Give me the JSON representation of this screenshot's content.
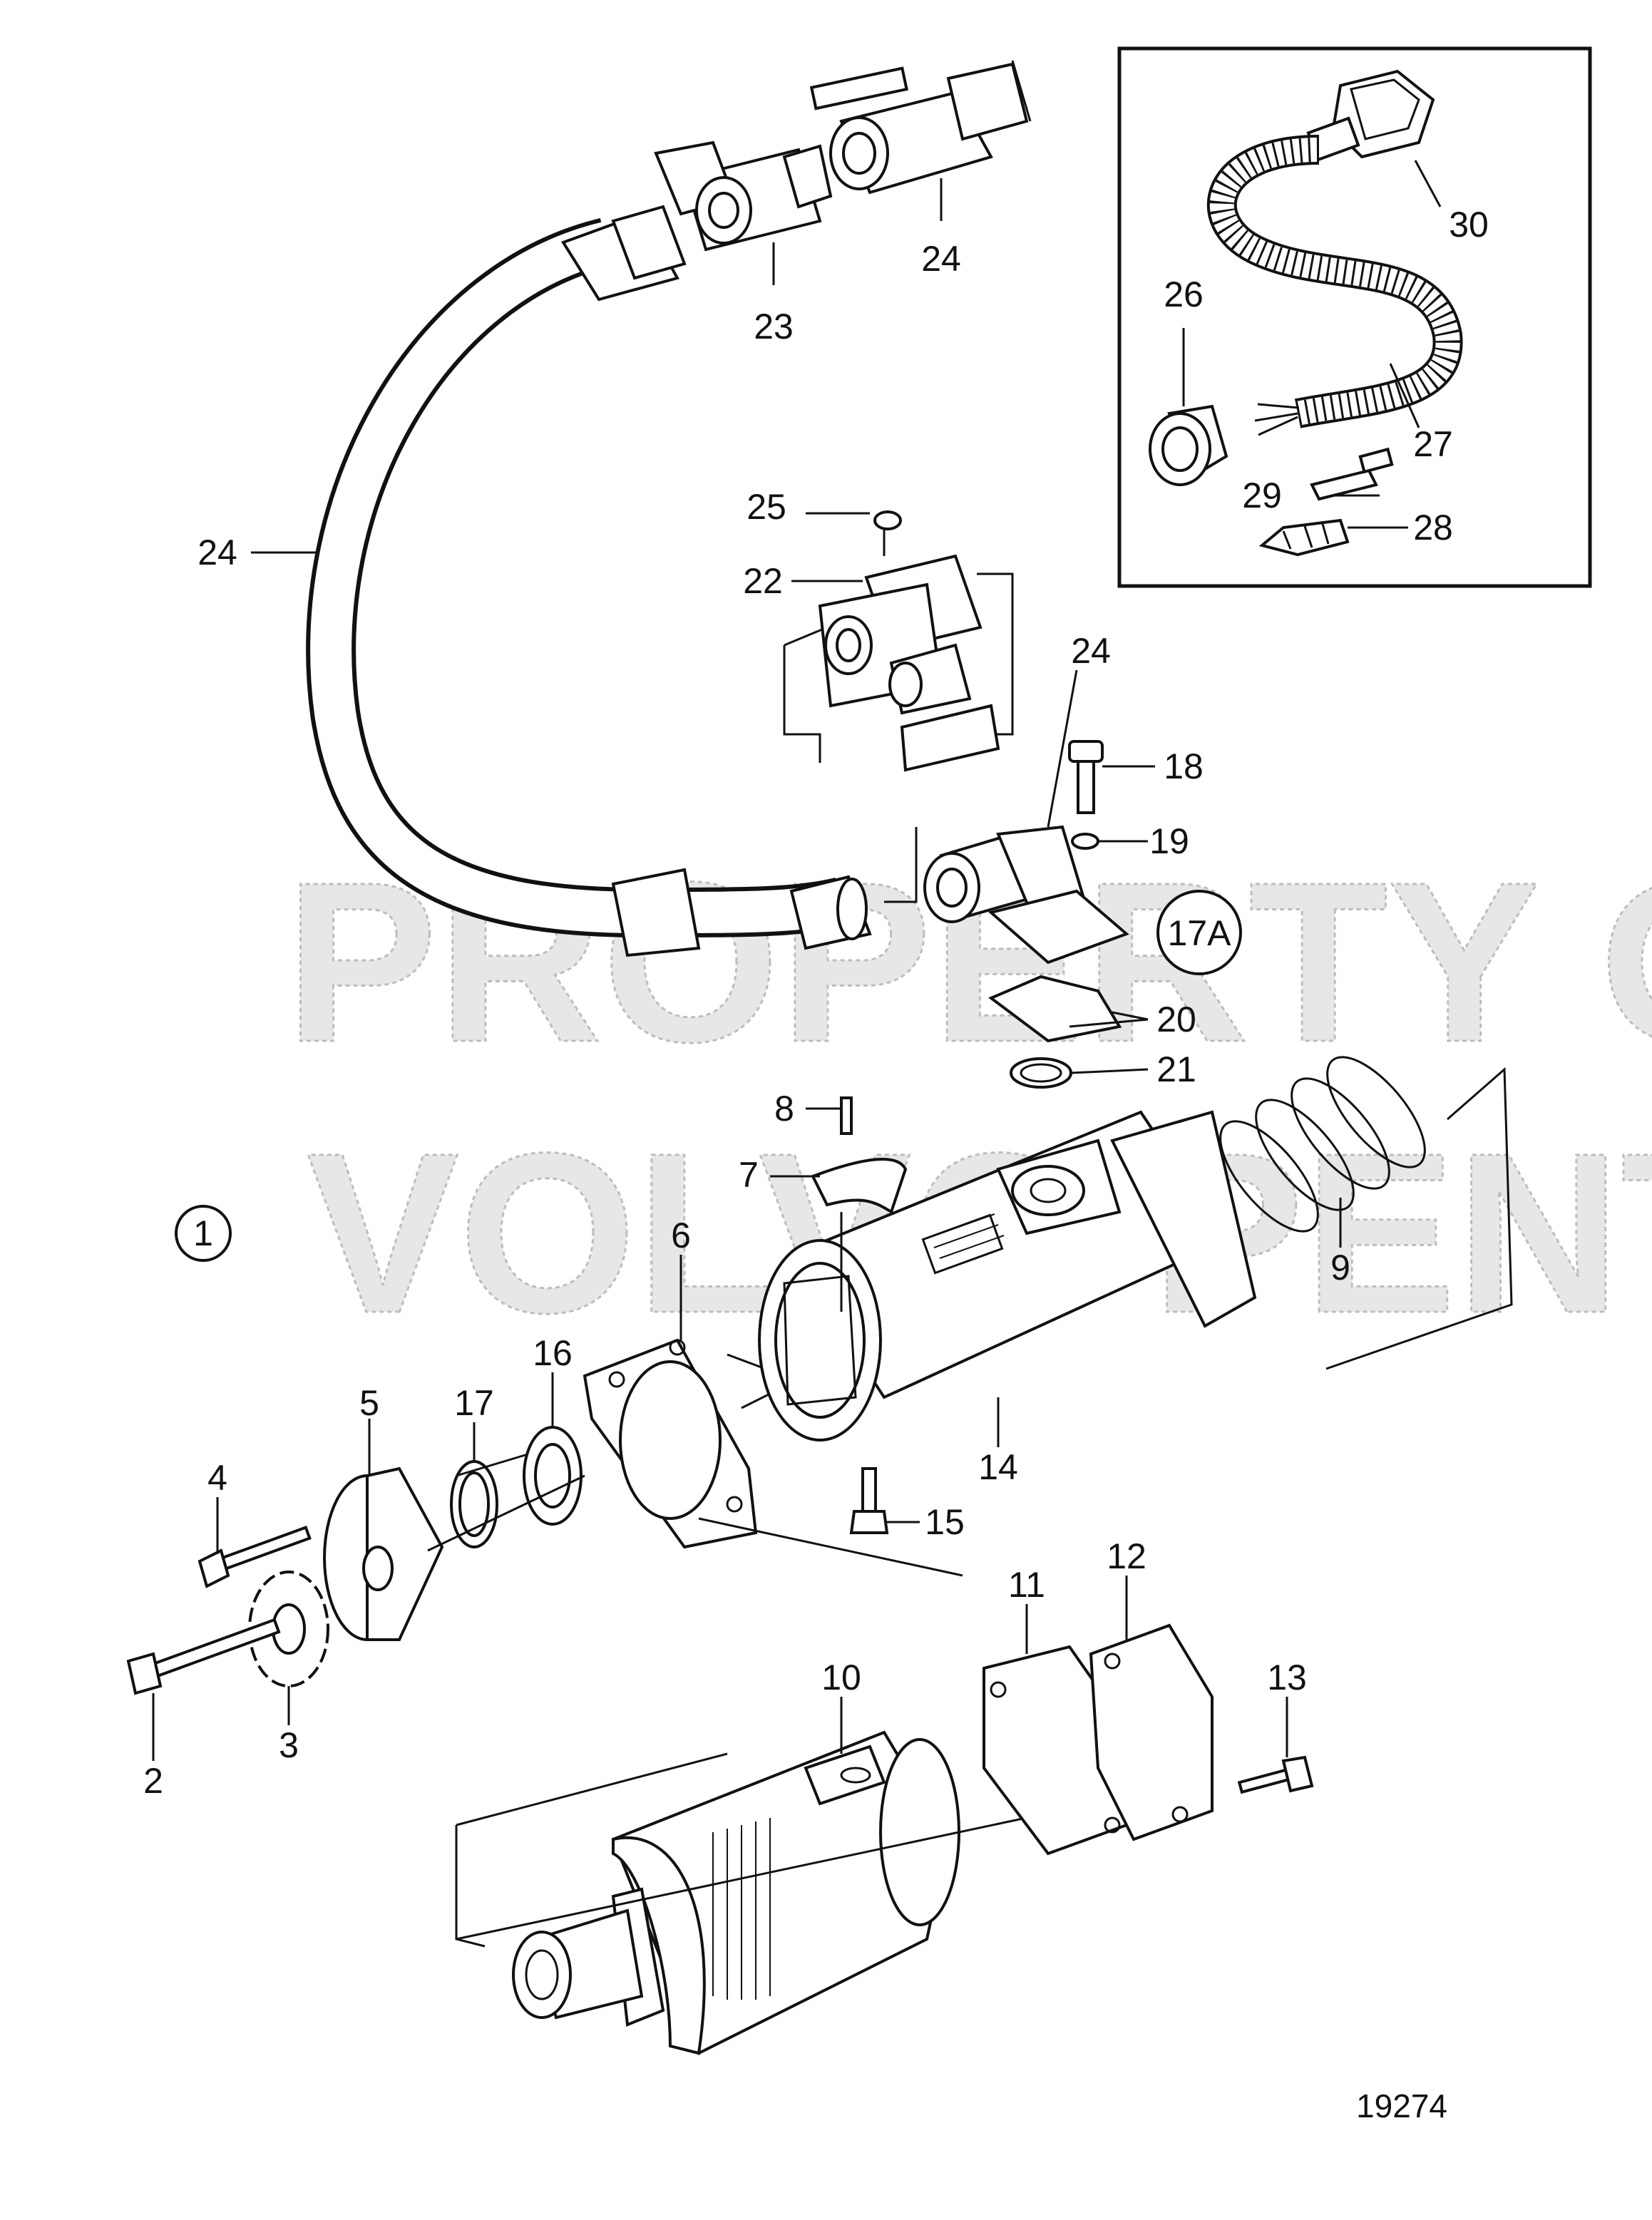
{
  "diagram": {
    "watermark": {
      "line1": "PROPERTY OF",
      "line2": "VOLVO PENTA"
    },
    "figure_number": "1",
    "group_label": "17A",
    "reference_number": "19274",
    "callouts": {
      "c2": "2",
      "c3": "3",
      "c4": "4",
      "c5": "5",
      "c6": "6",
      "c7": "7",
      "c8": "8",
      "c9": "9",
      "c10": "10",
      "c11": "11",
      "c12": "12",
      "c13": "13",
      "c14": "14",
      "c15": "15",
      "c16": "16",
      "c17": "17",
      "c18": "18",
      "c19": "19",
      "c20": "20",
      "c21": "21",
      "c22": "22",
      "c23": "23",
      "c24_top": "24",
      "c24_hose": "24",
      "c24_elbow": "24",
      "c25": "25",
      "c26": "26",
      "c27": "27",
      "c28": "28",
      "c29": "29",
      "c30": "30"
    }
  }
}
